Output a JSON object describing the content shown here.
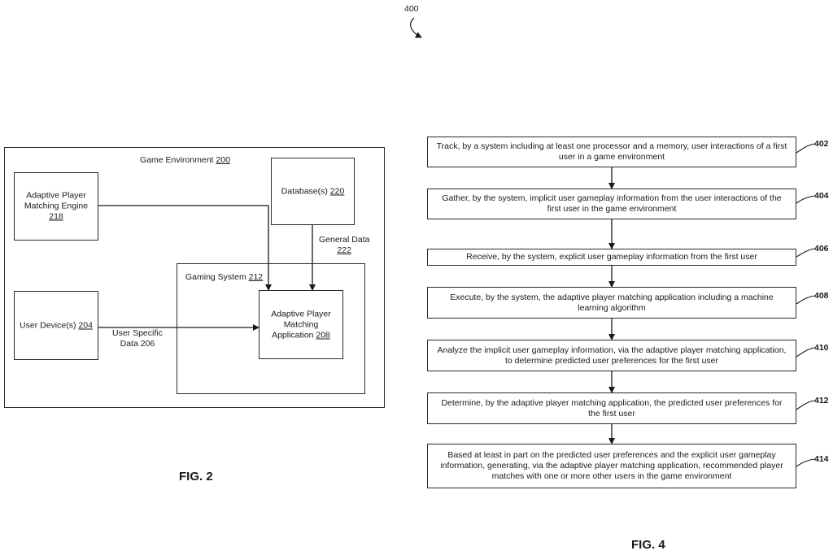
{
  "figure_2": {
    "caption": "FIG. 2",
    "game_environment": {
      "label": "Game Environment",
      "ref": "200"
    },
    "adaptive_engine": {
      "line1": "Adaptive Player",
      "line2": "Matching Engine",
      "ref": "218"
    },
    "database": {
      "label": "Database(s)",
      "ref": "220"
    },
    "general_data": {
      "line1": "General Data",
      "ref": "222"
    },
    "gaming_system": {
      "label": "Gaming System",
      "ref": "212"
    },
    "application": {
      "line1": "Adaptive Player",
      "line2": "Matching",
      "line3": "Application",
      "ref": "208"
    },
    "user_device": {
      "label": "User Device(s)",
      "ref": "204"
    },
    "user_data": {
      "line1": "User Specific",
      "line2": "Data 206"
    }
  },
  "figure_4": {
    "caption": "FIG. 4",
    "ref": "400",
    "steps": [
      {
        "num": "402",
        "text": "Track, by a system including at least one processor and a memory, user interactions of a first user in a game environment"
      },
      {
        "num": "404",
        "text": "Gather, by the system, implicit user gameplay information from the user interactions of the first user in the game environment"
      },
      {
        "num": "406",
        "text": "Receive, by the system, explicit user gameplay information from the first user"
      },
      {
        "num": "408",
        "text": "Execute, by the system, the adaptive player matching application including a machine learning algorithm"
      },
      {
        "num": "410",
        "text": "Analyze the implicit user gameplay information, via the adaptive player matching application, to determine predicted user preferences for the first user"
      },
      {
        "num": "412",
        "text": "Determine, by the adaptive player matching application, the predicted user preferences for the first user"
      },
      {
        "num": "414",
        "text": "Based at least in part on the predicted user preferences and the explicit user gameplay information, generating, via the adaptive player matching application, recommended player matches with one or more other users in the game environment"
      }
    ]
  }
}
